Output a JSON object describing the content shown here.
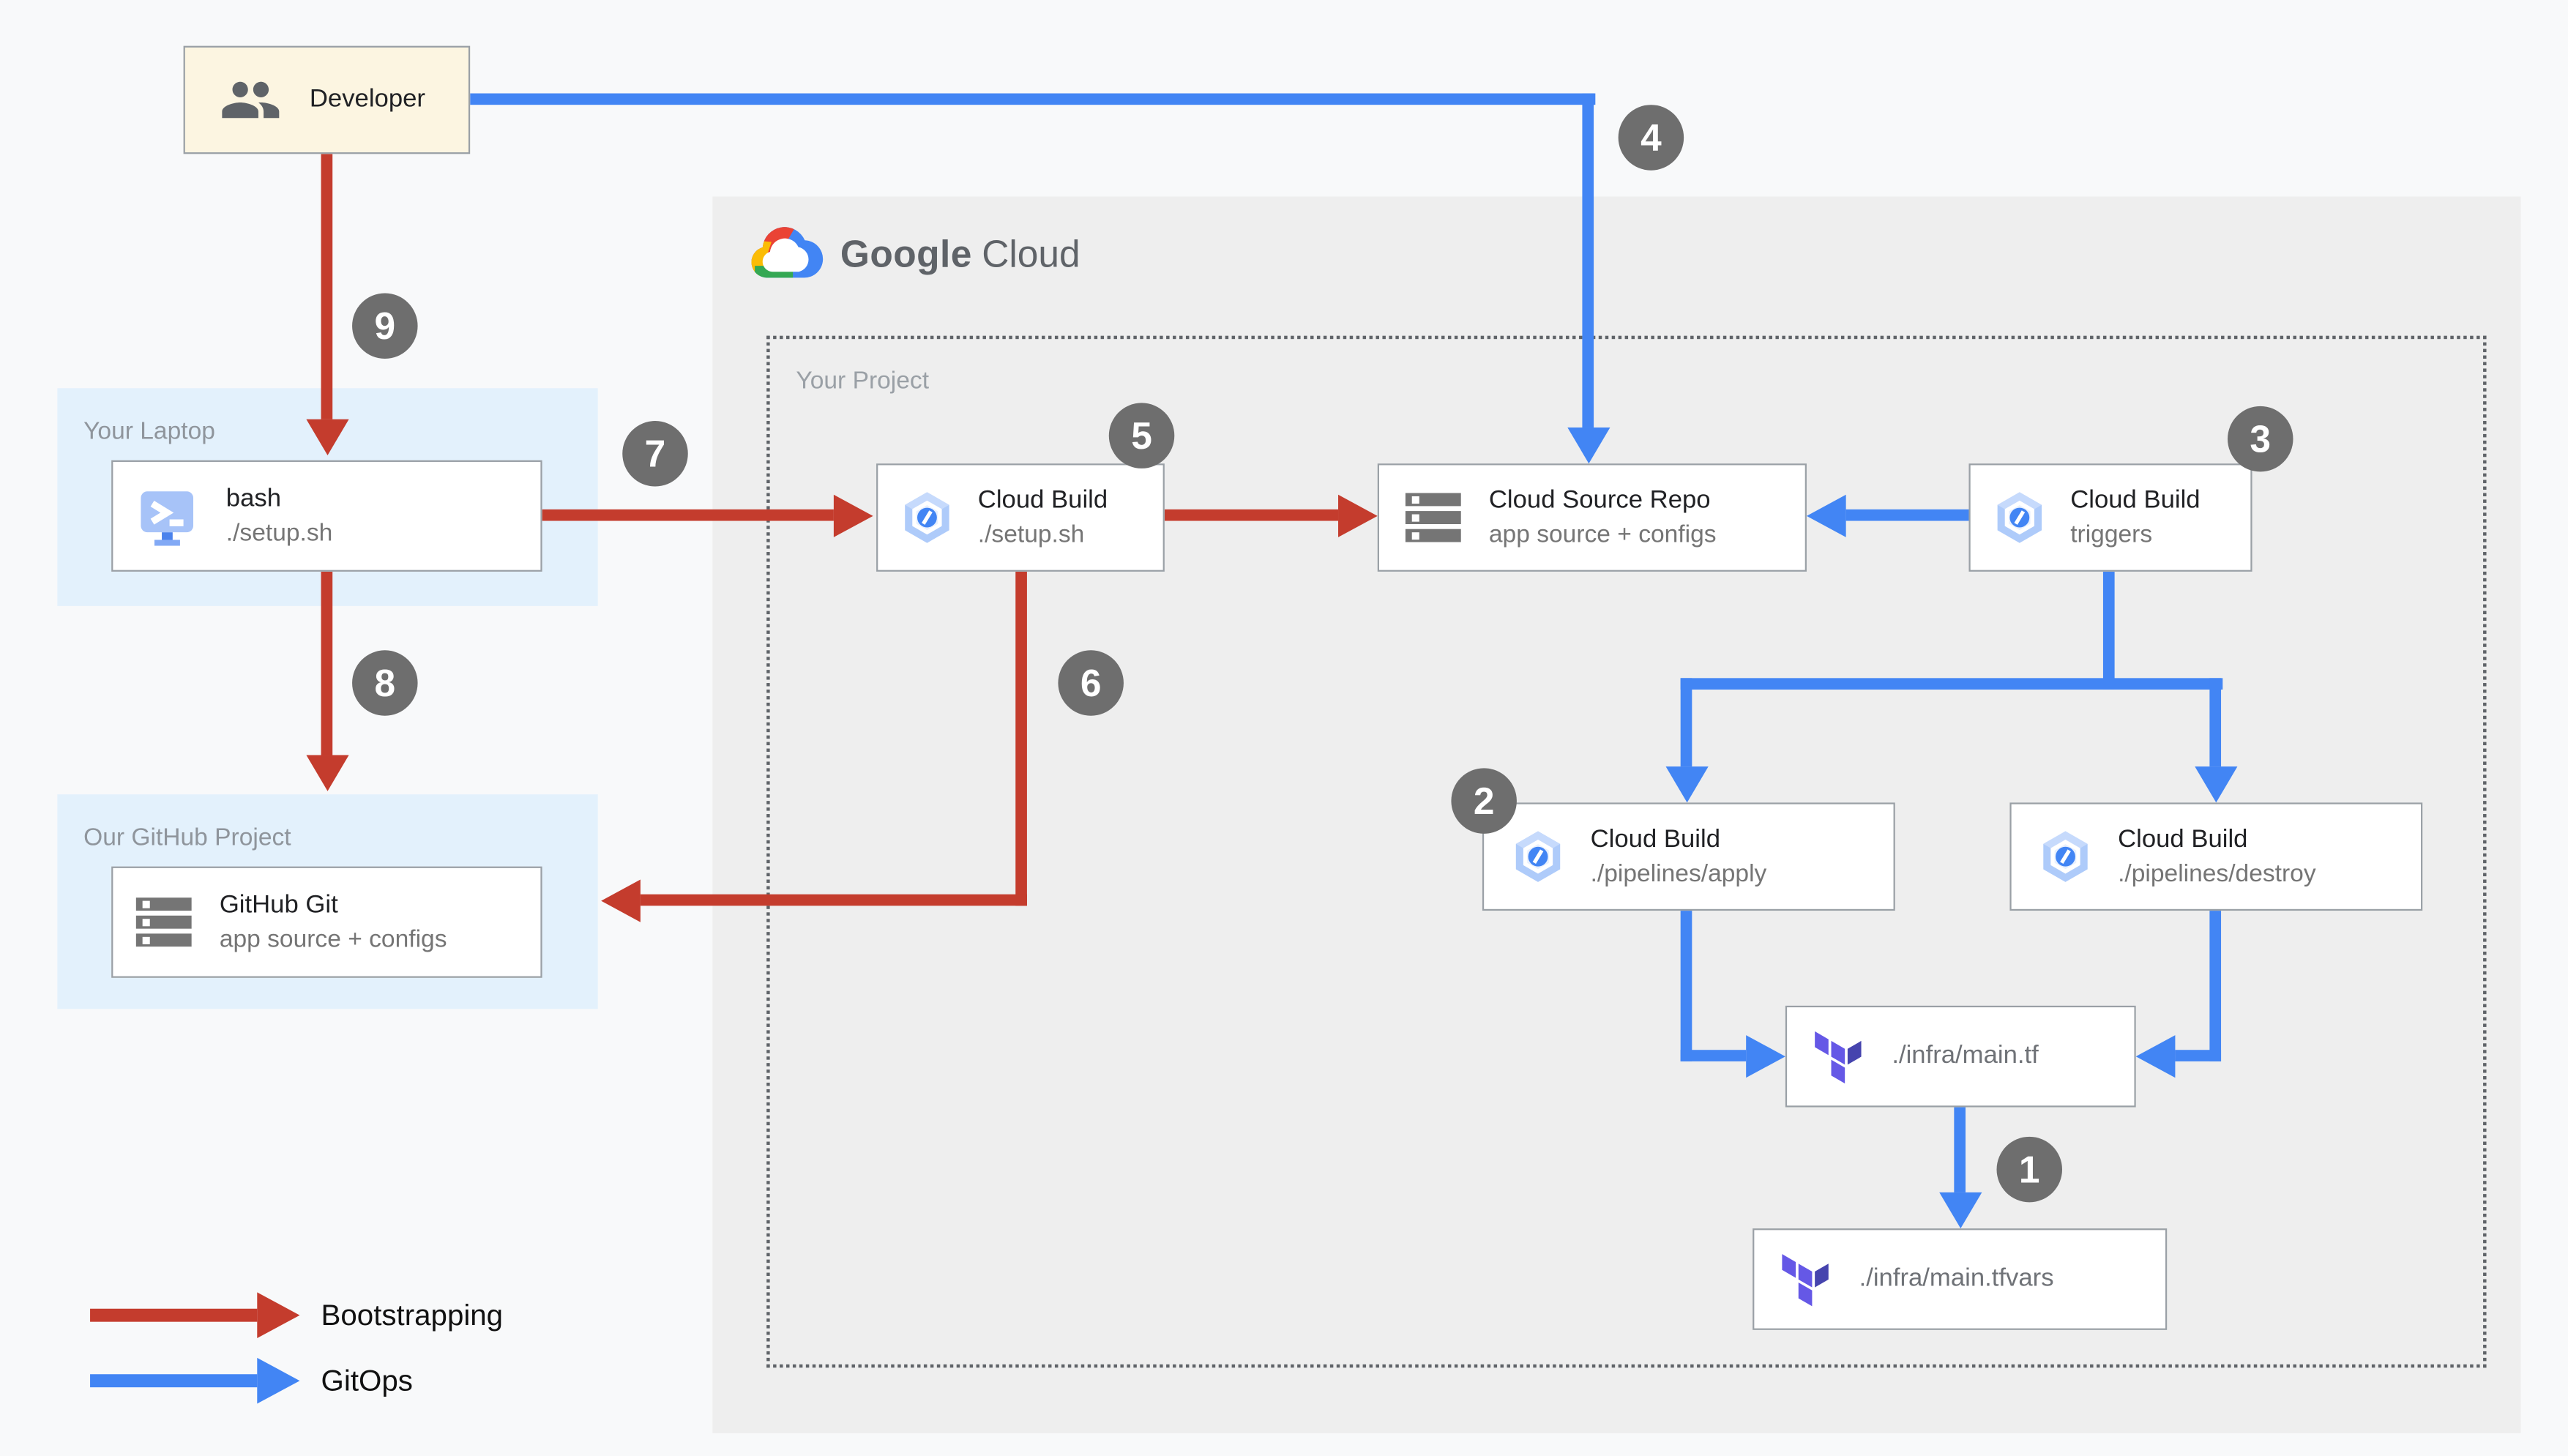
{
  "colors": {
    "bootstrapping": "#C43C2D",
    "gitops": "#4285F4",
    "badge": "#6E6E6E",
    "google_cloud_bg": "#EEEEEE",
    "lane_bg": "#E3F1FC",
    "developer_bg": "#FCF5E1"
  },
  "containers": {
    "google_cloud": {
      "brand_primary": "Google",
      "brand_secondary": "Cloud"
    },
    "your_project": {
      "label": "Your Project"
    },
    "your_laptop": {
      "label": "Your Laptop"
    },
    "our_github_project": {
      "label": "Our GitHub Project"
    }
  },
  "nodes": {
    "developer": {
      "label": "Developer"
    },
    "bash": {
      "title": "bash",
      "subtitle": "./setup.sh"
    },
    "github_git": {
      "title": "GitHub Git",
      "subtitle": "app source + configs"
    },
    "cloud_build_setup": {
      "title": "Cloud Build",
      "subtitle": "./setup.sh"
    },
    "cloud_source_repo": {
      "title": "Cloud Source Repo",
      "subtitle": "app source + configs"
    },
    "cloud_build_triggers": {
      "title": "Cloud Build",
      "subtitle": "triggers"
    },
    "cloud_build_apply": {
      "title": "Cloud Build",
      "subtitle": "./pipelines/apply"
    },
    "cloud_build_destroy": {
      "title": "Cloud Build",
      "subtitle": "./pipelines/destroy"
    },
    "infra_main_tf": {
      "label": "./infra/main.tf"
    },
    "infra_main_tfvars": {
      "label": "./infra/main.tfvars"
    }
  },
  "badges": {
    "n1": "1",
    "n2": "2",
    "n3": "3",
    "n4": "4",
    "n5": "5",
    "n6": "6",
    "n7": "7",
    "n8": "8",
    "n9": "9"
  },
  "legend": {
    "bootstrapping": "Bootstrapping",
    "gitops": "GitOps"
  }
}
